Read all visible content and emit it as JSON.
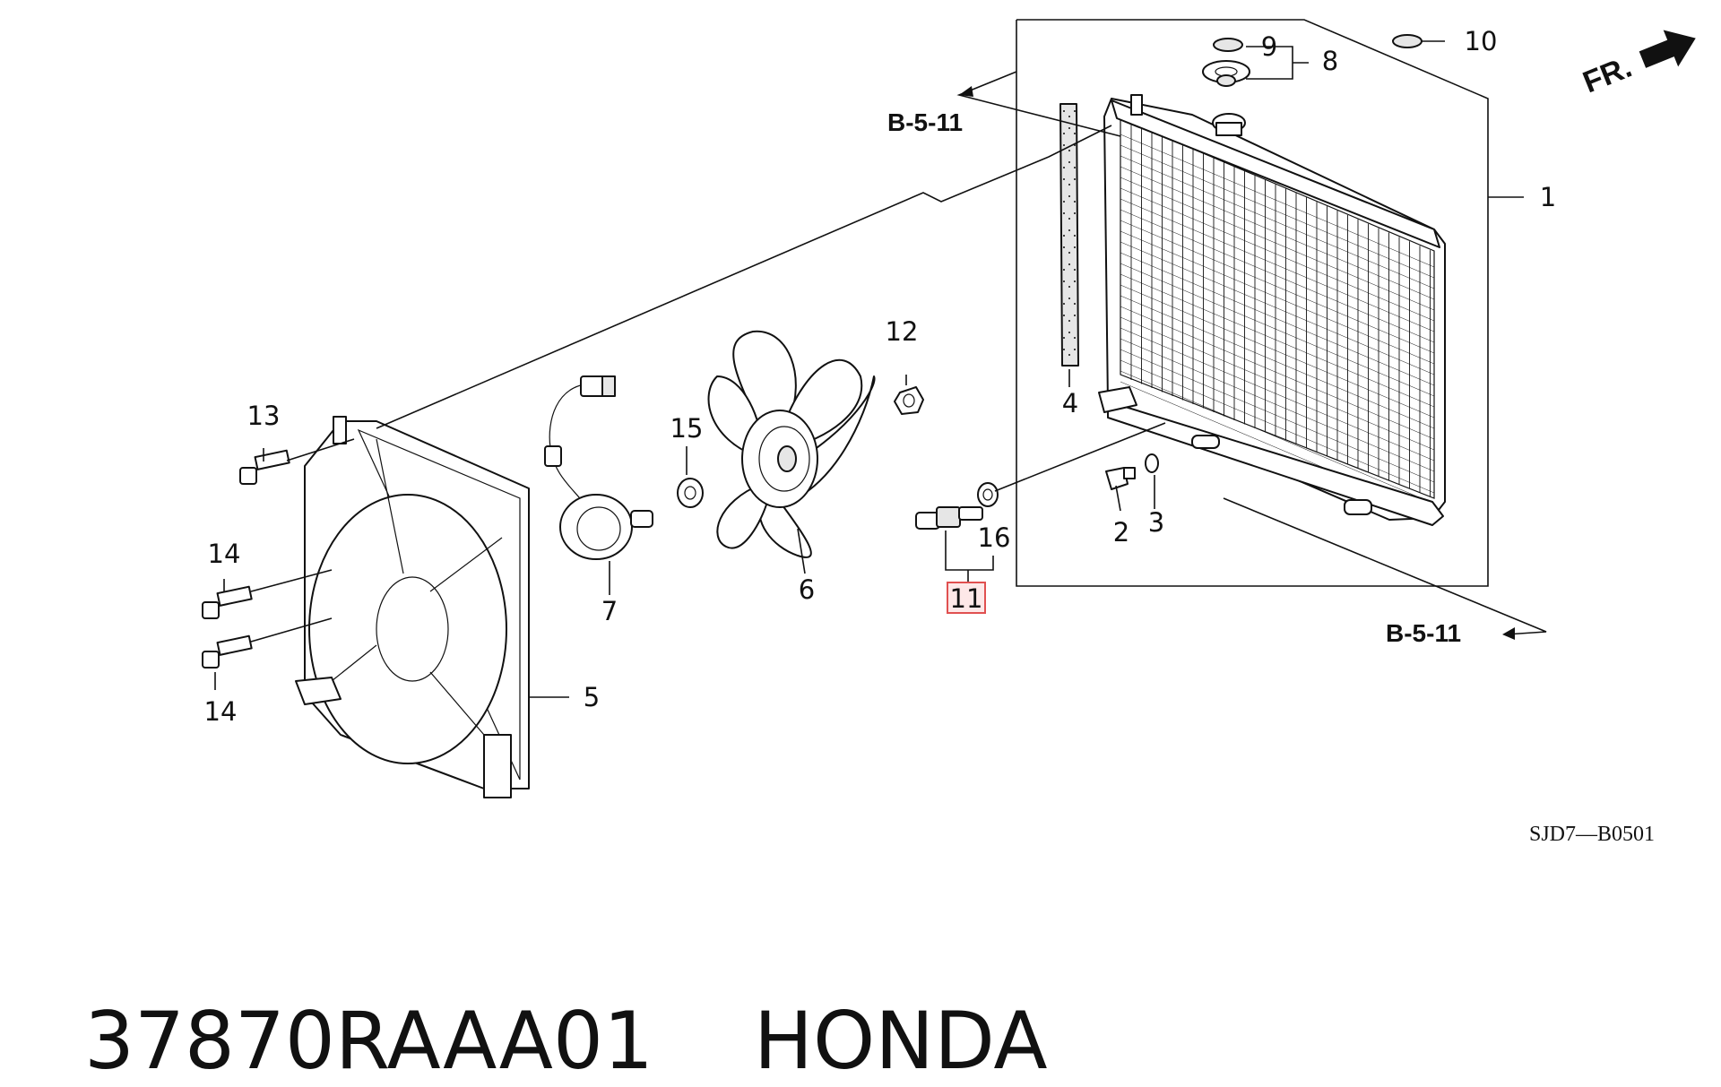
{
  "diagram": {
    "callouts": [
      {
        "id": "1",
        "label": "1"
      },
      {
        "id": "2",
        "label": "2"
      },
      {
        "id": "3",
        "label": "3"
      },
      {
        "id": "4",
        "label": "4"
      },
      {
        "id": "5",
        "label": "5"
      },
      {
        "id": "6",
        "label": "6"
      },
      {
        "id": "7",
        "label": "7"
      },
      {
        "id": "8",
        "label": "8"
      },
      {
        "id": "9",
        "label": "9"
      },
      {
        "id": "10",
        "label": "10"
      },
      {
        "id": "11",
        "label": "11",
        "highlighted": true
      },
      {
        "id": "12",
        "label": "12"
      },
      {
        "id": "13",
        "label": "13"
      },
      {
        "id": "14a",
        "label": "14"
      },
      {
        "id": "14b",
        "label": "14"
      },
      {
        "id": "15",
        "label": "15"
      },
      {
        "id": "16",
        "label": "16"
      }
    ],
    "references": [
      {
        "id": "top",
        "label": "B-5-11"
      },
      {
        "id": "bottom",
        "label": "B-5-11"
      }
    ],
    "direction_label": "FR.",
    "diagram_code": "SJD7—B0501",
    "highlight_color": "#e05050"
  },
  "footer": {
    "part_number": "37870RAAA01",
    "brand": "HONDA"
  }
}
